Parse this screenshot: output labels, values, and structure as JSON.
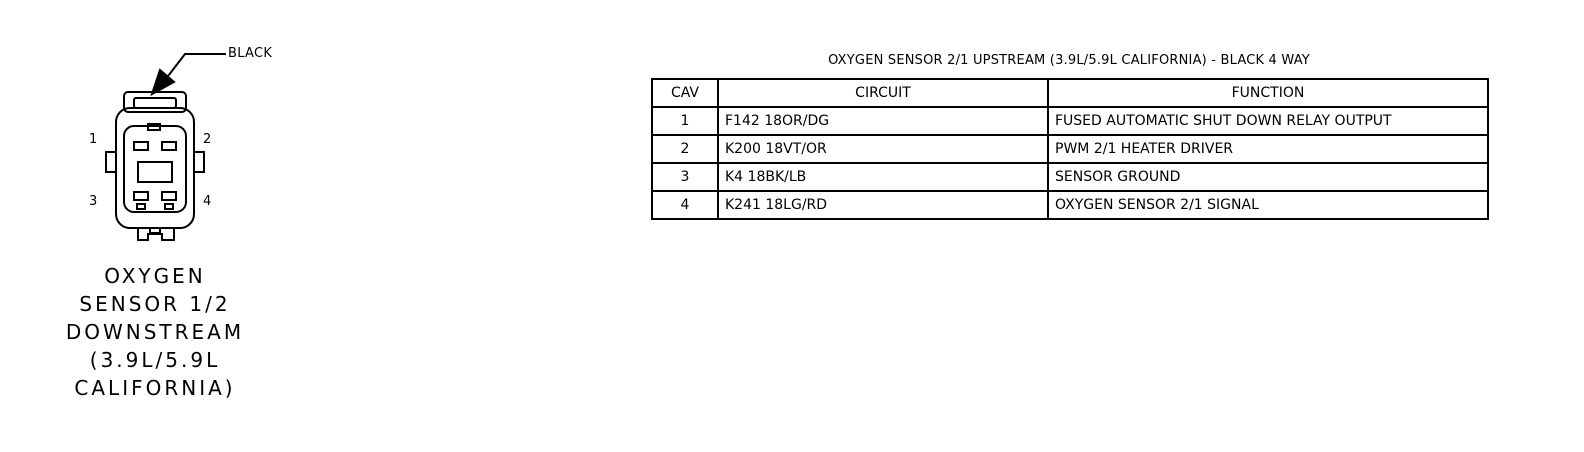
{
  "connector": {
    "color_label": "BLACK",
    "pins": [
      "1",
      "2",
      "3",
      "4"
    ],
    "caption_lines": [
      "OXYGEN",
      "SENSOR 1/2",
      "DOWNSTREAM",
      "(3.9L/5.9L",
      "CALIFORNIA)"
    ]
  },
  "table": {
    "title": "OXYGEN SENSOR 2/1 UPSTREAM (3.9L/5.9L CALIFORNIA) - BLACK 4 WAY",
    "headers": {
      "cav": "CAV",
      "circuit": "CIRCUIT",
      "function": "FUNCTION"
    },
    "rows": [
      {
        "cav": "1",
        "circuit": "F142 18OR/DG",
        "function": "FUSED AUTOMATIC SHUT DOWN RELAY OUTPUT"
      },
      {
        "cav": "2",
        "circuit": "K200 18VT/OR",
        "function": "PWM 2/1 HEATER DRIVER"
      },
      {
        "cav": "3",
        "circuit": "K4 18BK/LB",
        "function": "SENSOR GROUND"
      },
      {
        "cav": "4",
        "circuit": "K241 18LG/RD",
        "function": "OXYGEN SENSOR 2/1 SIGNAL"
      }
    ]
  }
}
